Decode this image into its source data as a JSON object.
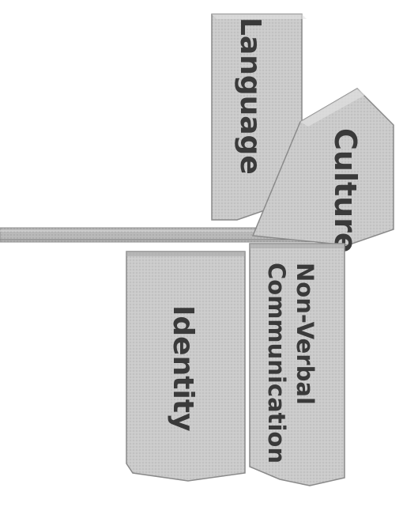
{
  "signs": {
    "language": "Language",
    "culture": "Culture",
    "identity": "Identity",
    "nonverbal_line1": "Non-Verbal",
    "nonverbal_line2": "Communication"
  },
  "colors": {
    "board": "#c9c9c9",
    "board_edge": "#9a9a9a",
    "board_shadow": "#8c8c8c",
    "post": "#b8b8b8",
    "label": "#3a3a3a"
  }
}
